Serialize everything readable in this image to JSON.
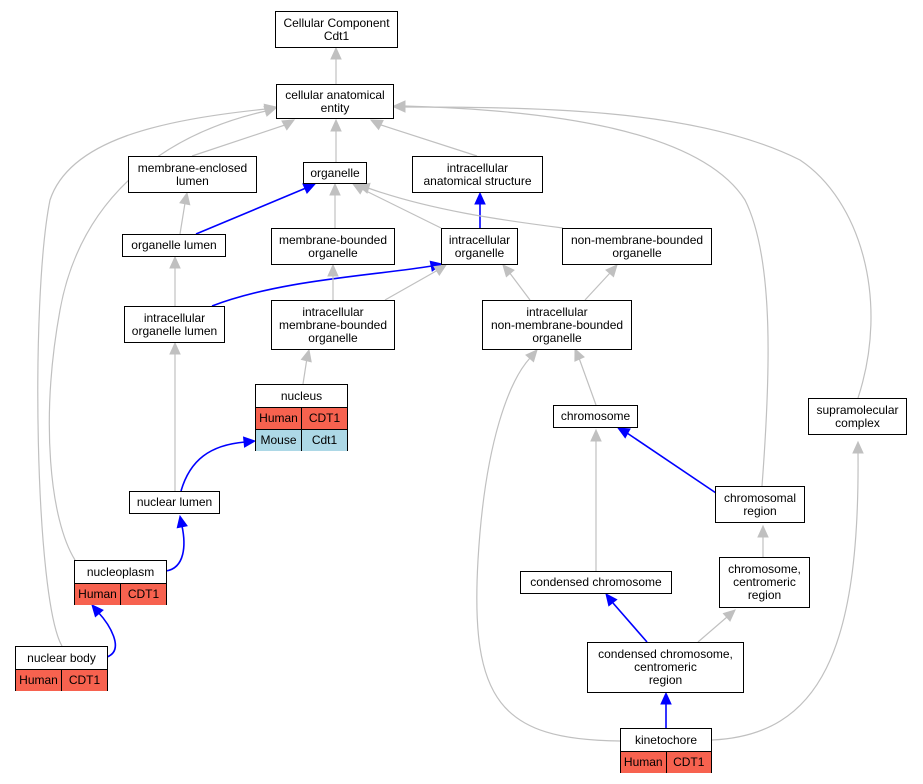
{
  "colors": {
    "is_a_edge": "#c0c0c0",
    "part_of_edge": "#0000ff",
    "human": "#f7624f",
    "mouse": "#add8e6"
  },
  "nodes": {
    "root": "Cellular Component\nCdt1",
    "cae": "cellular anatomical\nentity",
    "mel": "membrane-enclosed\nlumen",
    "organelle": "organelle",
    "ias": "intracellular\nanatomical structure",
    "ol": "organelle lumen",
    "mbo": "membrane-bounded\norganelle",
    "io": "intracellular\norganelle",
    "nmbo": "non-membrane-bounded\norganelle",
    "iol": "intracellular\norganelle lumen",
    "imbo": "intracellular\nmembrane-bounded\norganelle",
    "inmbo": "intracellular\nnon-membrane-bounded\norganelle",
    "chromosome": "chromosome",
    "supra": "supramolecular\ncomplex",
    "nl": "nuclear lumen",
    "chrreg": "chromosomal\nregion",
    "ccr": "chromosome,\ncentromeric\nregion",
    "condchr": "condensed chromosome",
    "cccr": "condensed chromosome,\ncentromeric\nregion"
  },
  "tables": {
    "nucleus": {
      "title": "nucleus",
      "rows": [
        {
          "species": "Human",
          "gene": "CDT1"
        },
        {
          "species": "Mouse",
          "gene": "Cdt1"
        }
      ]
    },
    "nucleoplasm": {
      "title": "nucleoplasm",
      "rows": [
        {
          "species": "Human",
          "gene": "CDT1"
        }
      ]
    },
    "nuclear_body": {
      "title": "nuclear body",
      "rows": [
        {
          "species": "Human",
          "gene": "CDT1"
        }
      ]
    },
    "kinetochore": {
      "title": "kinetochore",
      "rows": [
        {
          "species": "Human",
          "gene": "CDT1"
        }
      ]
    }
  }
}
